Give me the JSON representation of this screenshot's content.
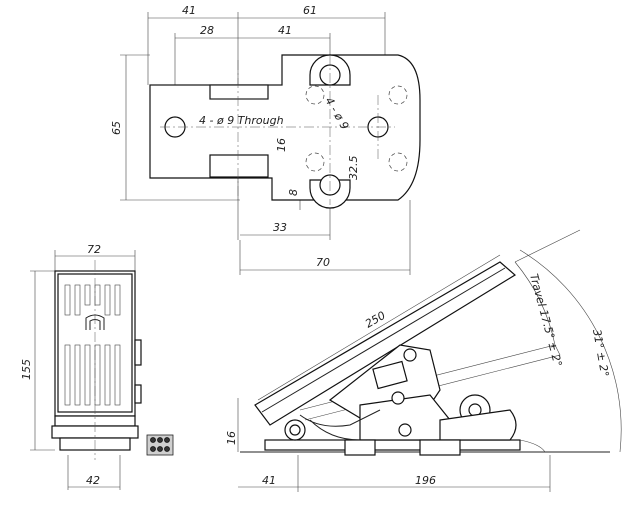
{
  "top_view": {
    "dims": {
      "d41_top": "41",
      "d61": "61",
      "d28": "28",
      "d41_inner": "41",
      "d65": "65",
      "hole_note": "4 - ø 9 Through",
      "hole_note_diag": "4 - ø 9",
      "d16": "16",
      "d32_5": "32.5",
      "d8": "8",
      "d33": "33",
      "d70": "70"
    }
  },
  "front_view": {
    "dims": {
      "d72": "72",
      "d155": "155",
      "d42": "42"
    }
  },
  "side_view": {
    "dims": {
      "d250": "250",
      "travel": "Travel 17.5° ± 2°",
      "angle": "31° ± 2°",
      "d16": "16",
      "d41": "41",
      "d196": "196"
    }
  }
}
